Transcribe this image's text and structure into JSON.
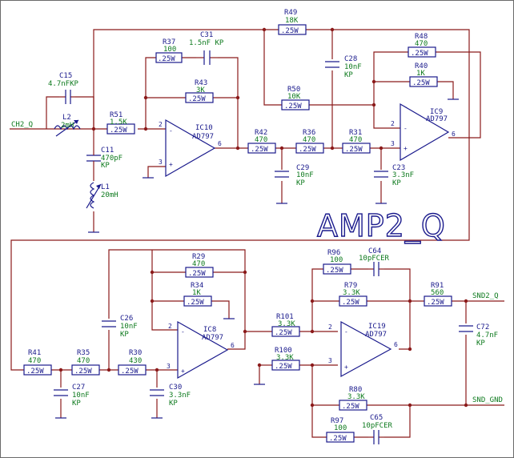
{
  "title": "AMP2_Q",
  "nets": {
    "in": "CH2_Q",
    "out": "SND2_Q",
    "gnd": "SND_GND"
  },
  "opamps": [
    {
      "ref": "IC10",
      "part": "AD797"
    },
    {
      "ref": "IC9",
      "part": "AD797"
    },
    {
      "ref": "IC8",
      "part": "AD797"
    },
    {
      "ref": "IC19",
      "part": "AD797"
    }
  ],
  "pins": {
    "inv": "2",
    "noninv": "3",
    "out": "6"
  },
  "resistors": [
    {
      "ref": "R49",
      "value": "18K",
      "body": ".25W"
    },
    {
      "ref": "R37",
      "value": "100",
      "body": ".25W"
    },
    {
      "ref": "R43",
      "value": "3K",
      "body": ".25W"
    },
    {
      "ref": "R51",
      "value": "1.5K",
      "body": ".25W"
    },
    {
      "ref": "R50",
      "value": "10K",
      "body": ".25W"
    },
    {
      "ref": "R48",
      "value": "470",
      "body": ".25W"
    },
    {
      "ref": "R40",
      "value": "1K",
      "body": ".25W"
    },
    {
      "ref": "R42",
      "value": "470",
      "body": ".25W"
    },
    {
      "ref": "R36",
      "value": "470",
      "body": ".25W"
    },
    {
      "ref": "R31",
      "value": "470",
      "body": ".25W"
    },
    {
      "ref": "R29",
      "value": "470",
      "body": ".25W"
    },
    {
      "ref": "R34",
      "value": "1K",
      "body": ".25W"
    },
    {
      "ref": "R41",
      "value": "470",
      "body": ".25W"
    },
    {
      "ref": "R35",
      "value": "470",
      "body": ".25W"
    },
    {
      "ref": "R30",
      "value": "430",
      "body": ".25W"
    },
    {
      "ref": "R96",
      "value": "100",
      "body": ".25W"
    },
    {
      "ref": "R79",
      "value": "3.3K",
      "body": ".25W"
    },
    {
      "ref": "R91",
      "value": "560",
      "body": ".25W"
    },
    {
      "ref": "R101",
      "value": "3.3K",
      "body": ".25W"
    },
    {
      "ref": "R100",
      "value": "3.3K",
      "body": ".25W"
    },
    {
      "ref": "R80",
      "value": "3.3K",
      "body": ".25W"
    },
    {
      "ref": "R97",
      "value": "100",
      "body": ".25W"
    }
  ],
  "capacitors": [
    {
      "ref": "C31",
      "value": "1.5nF KP"
    },
    {
      "ref": "C15",
      "value": "4.7nFKP"
    },
    {
      "ref": "C11",
      "value": "470pF",
      "type": "KP"
    },
    {
      "ref": "C28",
      "value": "10nF",
      "type": "KP"
    },
    {
      "ref": "C29",
      "value": "10nF",
      "type": "KP"
    },
    {
      "ref": "C23",
      "value": "3.3nF",
      "type": "KP"
    },
    {
      "ref": "C26",
      "value": "10nF",
      "type": "KP"
    },
    {
      "ref": "C27",
      "value": "10nF",
      "type": "KP"
    },
    {
      "ref": "C30",
      "value": "3.3nF",
      "type": "KP"
    },
    {
      "ref": "C64",
      "value": "10pFCER"
    },
    {
      "ref": "C72",
      "value": "4.7nF",
      "type": "KP"
    },
    {
      "ref": "C65",
      "value": "10pFCER"
    }
  ],
  "inductors": [
    {
      "ref": "L2",
      "value": "2mH"
    },
    {
      "ref": "L1",
      "value": "20mH"
    }
  ],
  "colors": {
    "wire": "#8b1a1a",
    "component": "#1a1a8c",
    "value_text": "#0e7a1e"
  }
}
